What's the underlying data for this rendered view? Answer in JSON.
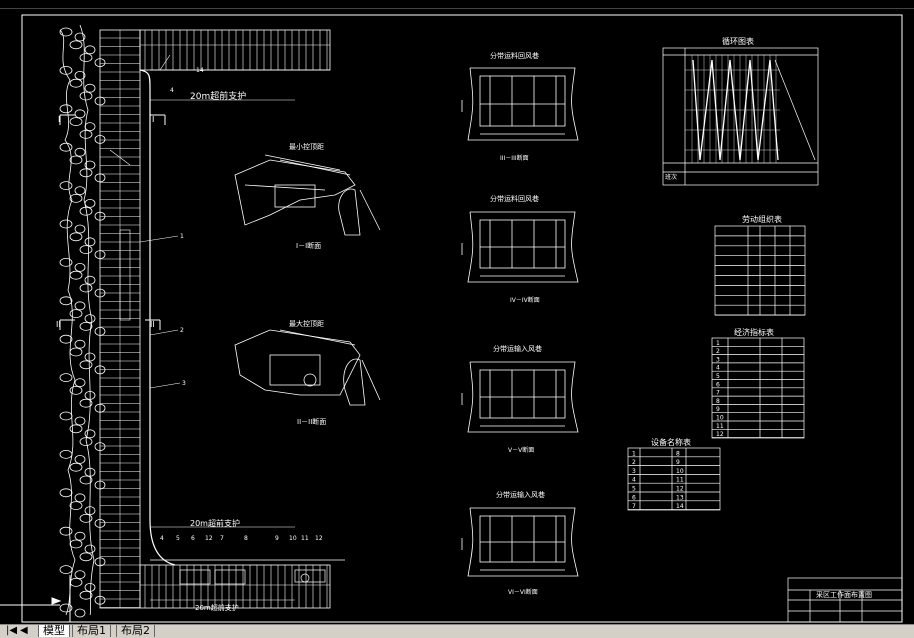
{
  "colors": {
    "background": "#000000",
    "lines": "#ffffff",
    "tab_bg": "#d4d0c8"
  },
  "plan": {
    "top_support_label": "20m超前支护",
    "bottom_support_label": "20m超前支护",
    "section_mark_I": "I",
    "section_mark_II": "II",
    "callouts_top": [
      "14",
      "4"
    ],
    "callouts_side": [
      "1",
      "2",
      "3"
    ],
    "callouts_bottom": [
      "4",
      "5",
      "6",
      "12",
      "7",
      "8",
      "9",
      "10",
      "11",
      "12"
    ]
  },
  "sections": {
    "min_title": "最小控顶距",
    "min_caption": "I－I断面",
    "max_title": "最大控顶距",
    "max_caption": "II－II断面",
    "s3_title": "分带运料回风巷",
    "s3_caption": "III－III断面",
    "s4_title": "分带运料回风巷",
    "s4_caption": "IV－IV断面",
    "s5_title": "分带运输入风巷",
    "s5_caption": "V－V断面",
    "s6_title": "分带运输入风巷",
    "s6_caption": "VI－VI断面"
  },
  "tables": {
    "cycle_title": "循环图表",
    "cycle_row_label": "班次",
    "labor_title": "劳动组织表",
    "econ_title": "经济指标表",
    "econ_rows": [
      "1",
      "2",
      "3",
      "4",
      "5",
      "6",
      "7",
      "8",
      "9",
      "10",
      "11",
      "12"
    ],
    "equip_title": "设备名称表",
    "equip_rows": [
      {
        "no": "1",
        "no2": "8"
      },
      {
        "no": "2",
        "no2": "9"
      },
      {
        "no": "3",
        "no2": "10"
      },
      {
        "no": "4",
        "no2": "11"
      },
      {
        "no": "5",
        "no2": "12"
      },
      {
        "no": "6",
        "no2": "13"
      },
      {
        "no": "7",
        "no2": "14"
      }
    ],
    "title_block": "采区工作面布置图"
  },
  "tabs": {
    "model": "模型",
    "layout1": "布局1",
    "layout2": "布局2"
  }
}
